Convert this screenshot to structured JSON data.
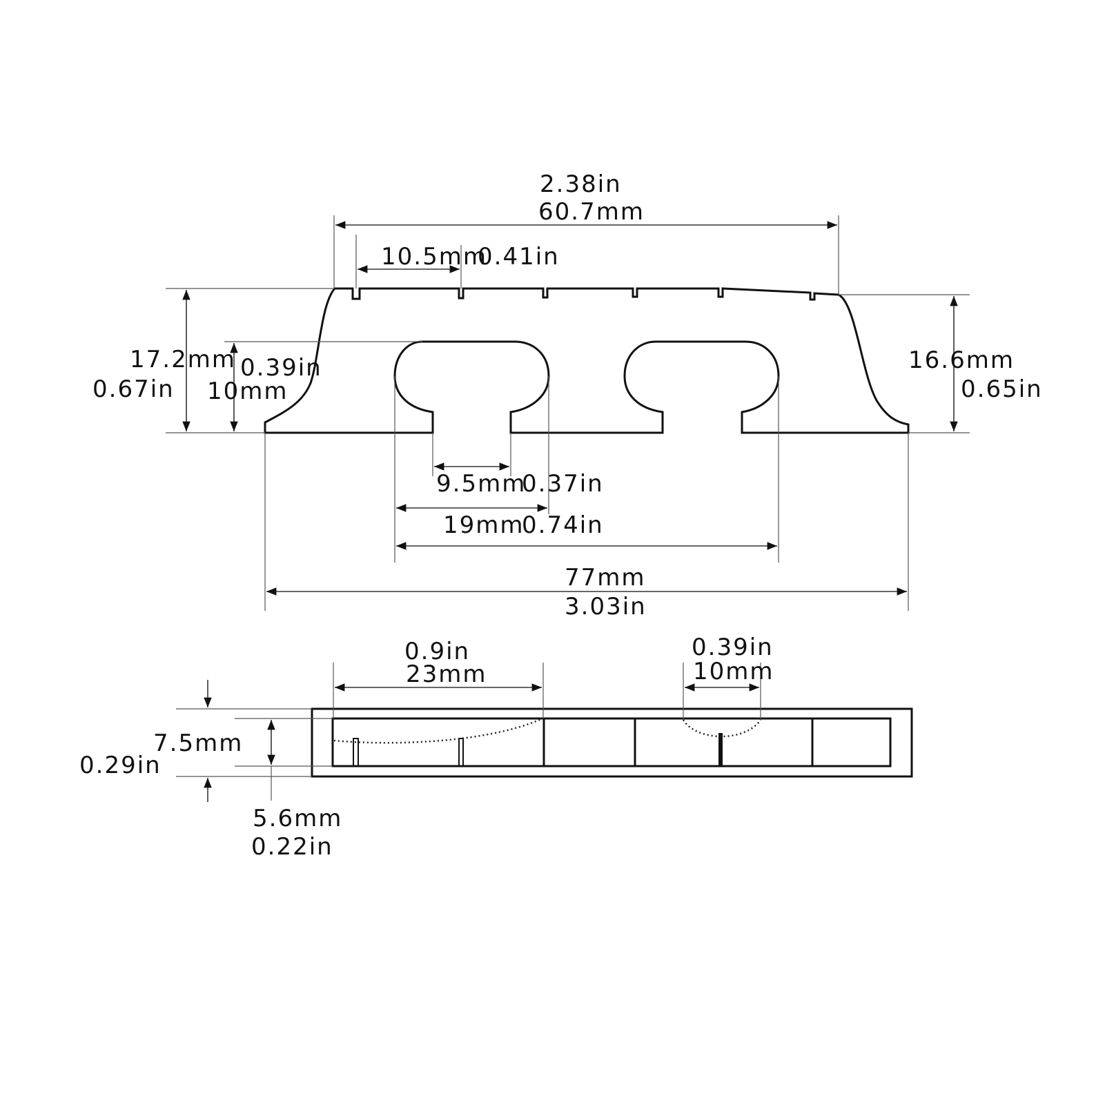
{
  "front_view": {
    "top_width": {
      "in": "2.38in",
      "mm": "60.7mm"
    },
    "string_spacing": {
      "mm": "10.5mm",
      "in": "0.41in"
    },
    "left_height": {
      "mm": "17.2mm",
      "in": "0.67in"
    },
    "foot_cut_height": {
      "in": "0.39in",
      "mm": "10mm"
    },
    "right_height": {
      "mm": "16.6mm",
      "in": "0.65in"
    },
    "foot_gap": {
      "mm": "9.5mm",
      "in": "0.37in"
    },
    "arch_width": {
      "mm": "19mm",
      "in": "0.74in"
    },
    "total_width": {
      "mm": "77mm",
      "in": "3.03in"
    }
  },
  "top_view": {
    "span": {
      "in": "0.9in",
      "mm": "23mm"
    },
    "arch": {
      "in": "0.39in",
      "mm": "10mm"
    },
    "thickness_outer": {
      "mm": "7.5mm",
      "in": "0.29in"
    },
    "thickness_inner": {
      "mm": "5.6mm",
      "in": "0.22in"
    }
  }
}
